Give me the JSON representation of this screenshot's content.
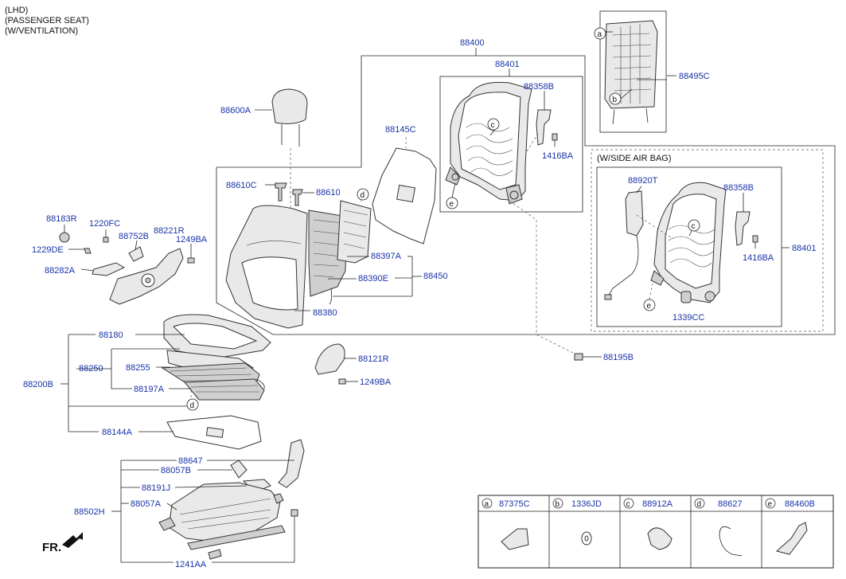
{
  "header": {
    "line1": "(LHD)",
    "line2": "(PASSENGER SEAT)",
    "line3": "(W/VENTILATION)"
  },
  "side_airbag_box": {
    "title": "(W/SIDE AIR BAG)"
  },
  "parts": {
    "p88400": "88400",
    "p88401a": "88401",
    "p88358Ba": "88358B",
    "p1416BAa": "1416BA",
    "p88495C": "88495C",
    "p88145C": "88145C",
    "p88600A": "88600A",
    "p88610C": "88610C",
    "p88610": "88610",
    "p88183R": "88183R",
    "p1220FC": "1220FC",
    "p88752B": "88752B",
    "p88221R": "88221R",
    "p1249BAa": "1249BA",
    "p1229DE": "1229DE",
    "p88282A": "88282A",
    "p88397A": "88397A",
    "p88390E": "88390E",
    "p88450": "88450",
    "p88380": "88380",
    "p88920T": "88920T",
    "p88358Bb": "88358B",
    "p1416BAb": "1416BA",
    "p88401b": "88401",
    "p1339CC": "1339CC",
    "p88180": "88180",
    "p88121R": "88121R",
    "p88195B": "88195B",
    "p88250": "88250",
    "p88255": "88255",
    "p88200B": "88200B",
    "p88197A": "88197A",
    "p1249BAb": "1249BA",
    "p88144A": "88144A",
    "p88647": "88647",
    "p88057B": "88057B",
    "p88191J": "88191J",
    "p88502H": "88502H",
    "p88057A": "88057A",
    "p1241AA": "1241AA"
  },
  "callouts": {
    "a": "a",
    "b": "b",
    "c": "c",
    "d": "d",
    "e": "e"
  },
  "legend": [
    {
      "letter": "a",
      "part": "87375C"
    },
    {
      "letter": "b",
      "part": "1336JD"
    },
    {
      "letter": "c",
      "part": "88912A"
    },
    {
      "letter": "d",
      "part": "88627"
    },
    {
      "letter": "e",
      "part": "88460B"
    }
  ],
  "front_marker": "FR."
}
